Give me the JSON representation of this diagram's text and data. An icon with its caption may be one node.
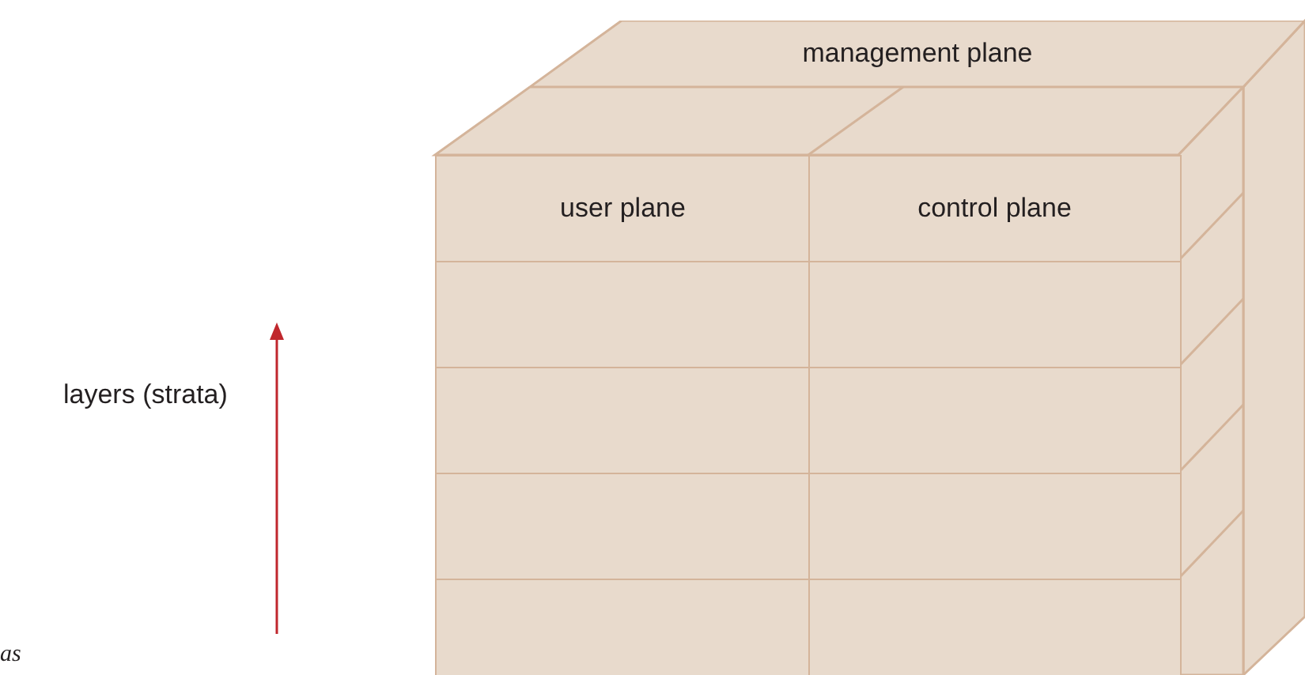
{
  "diagram": {
    "nodes": [
      {
        "text": [
          "management plane"
        ]
      },
      {
        "text": [
          "user plane"
        ]
      },
      {
        "text": [
          "control plane"
        ]
      },
      {
        "text": [],
        "shape": "box"
      },
      {
        "text": [],
        "shape": "box"
      },
      {
        "text": [],
        "shape": "box"
      },
      {
        "text": [],
        "shape": "box"
      },
      {
        "text": [],
        "shape": "box"
      },
      {
        "text": [],
        "shape": "box"
      },
      {
        "text": [],
        "shape": "box"
      },
      {
        "text": [],
        "shape": "box"
      }
    ],
    "edges": [],
    "labels": [
      "layers (strata)",
      "as"
    ]
  }
}
